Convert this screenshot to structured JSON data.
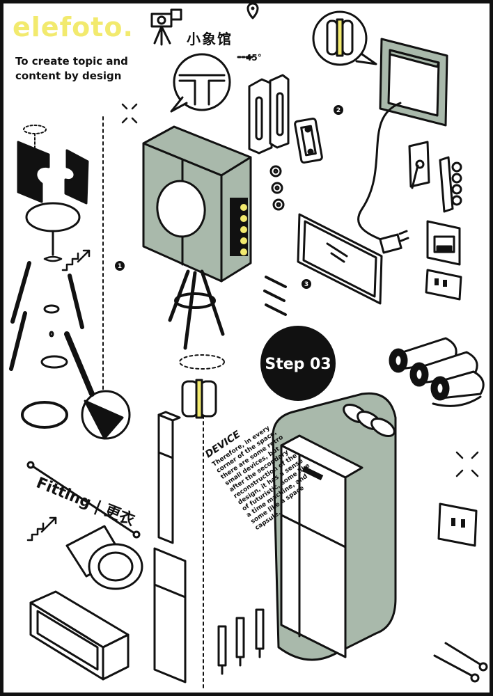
{
  "brand": {
    "logo": "elefoto.",
    "color": "#f2ea6e",
    "tagline": "To create topic and content by design",
    "chinese_name": "小象馆"
  },
  "annotations": {
    "angle": "45°",
    "step": "Step 03",
    "fitting": "Fitting | 更衣"
  },
  "device": {
    "heading": "DEVICE",
    "text": "Therefore, in every corner of the space, there are some retro small devices, but after the secondary reconstruction of the design, it has a sense of futuristic, some like a time machine, and some like a space capsule."
  },
  "markers": [
    "1",
    "2",
    "3"
  ],
  "colors": {
    "sage": "#a9b9ab",
    "ink": "#111111",
    "accent_yellow": "#f2ea6e"
  }
}
